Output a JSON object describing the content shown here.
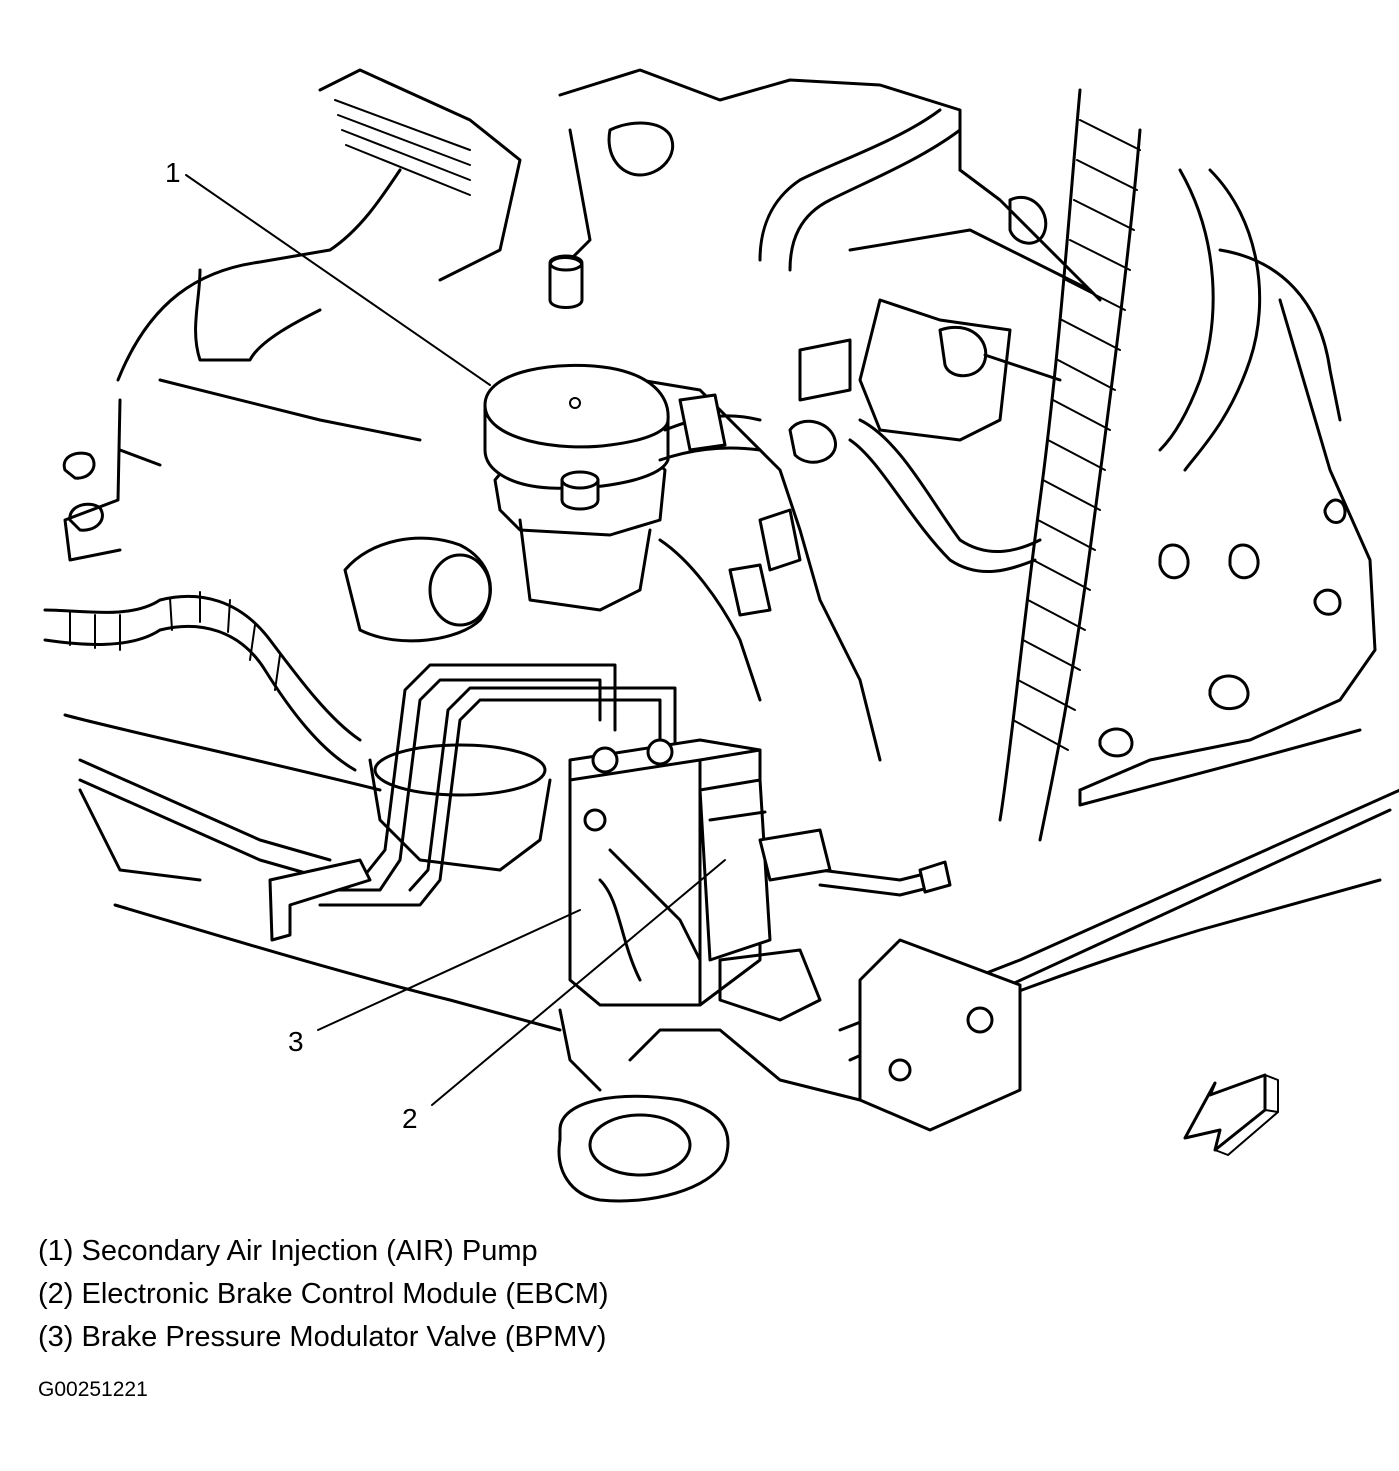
{
  "figure": {
    "callouts": [
      {
        "number": "1"
      },
      {
        "number": "2"
      },
      {
        "number": "3"
      }
    ],
    "legend": [
      "(1) Secondary Air Injection (AIR) Pump",
      "(2) Electronic Brake Control Module (EBCM)",
      "(3) Brake Pressure Modulator Valve (BPMV)"
    ],
    "figure_id": "G00251221",
    "icons": [
      "direction-arrow-icon"
    ]
  }
}
